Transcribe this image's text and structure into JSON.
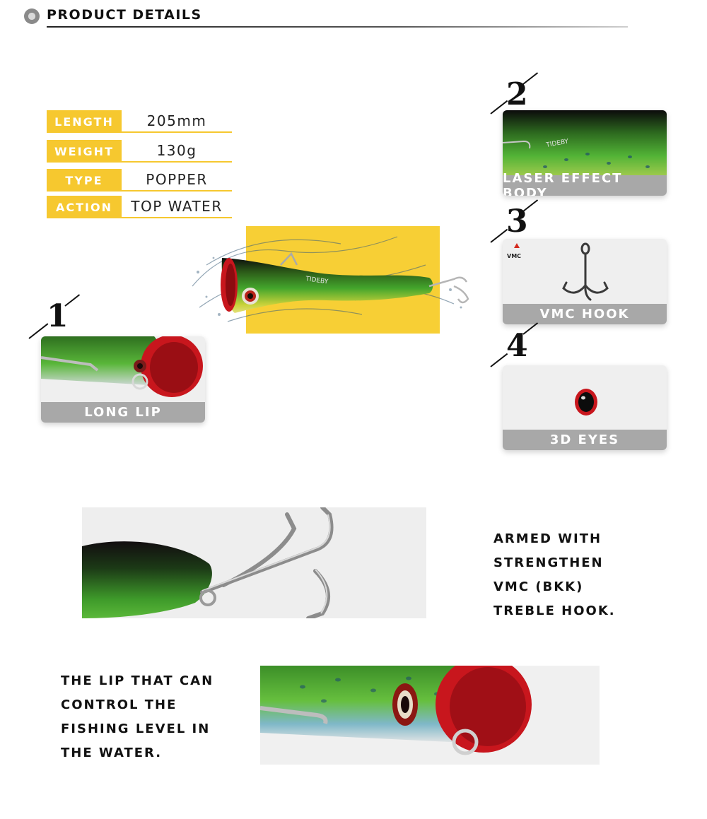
{
  "header": {
    "title": "PRODUCT DETAILS"
  },
  "specs": [
    {
      "label": "LENGTH",
      "value": "205mm"
    },
    {
      "label": "WEIGHT",
      "value": "130g"
    },
    {
      "label": "TYPE",
      "value": "POPPER"
    },
    {
      "label": "ACTION",
      "value": "TOP WATER"
    }
  ],
  "brand_mark": "TIDEBY",
  "features": [
    {
      "number": "1",
      "label": "LONG LIP"
    },
    {
      "number": "2",
      "label": "LASER EFFECT BODY"
    },
    {
      "number": "3",
      "label": "VMC HOOK",
      "logo": "VMC"
    },
    {
      "number": "4",
      "label": "3D EYES"
    }
  ],
  "captions": {
    "hook": [
      "ARMED WITH",
      "STRENGTHEN",
      "VMC (BKK)",
      "TREBLE HOOK."
    ],
    "lip": [
      "THE LIP THAT CAN",
      "CONTROL THE",
      "FISHING LEVEL IN",
      "THE WATER."
    ]
  },
  "colors": {
    "accent": "#f6c82f",
    "band": "#a8a8a8",
    "lure_green": "#3f9e2c",
    "lip_red": "#c8161d"
  }
}
